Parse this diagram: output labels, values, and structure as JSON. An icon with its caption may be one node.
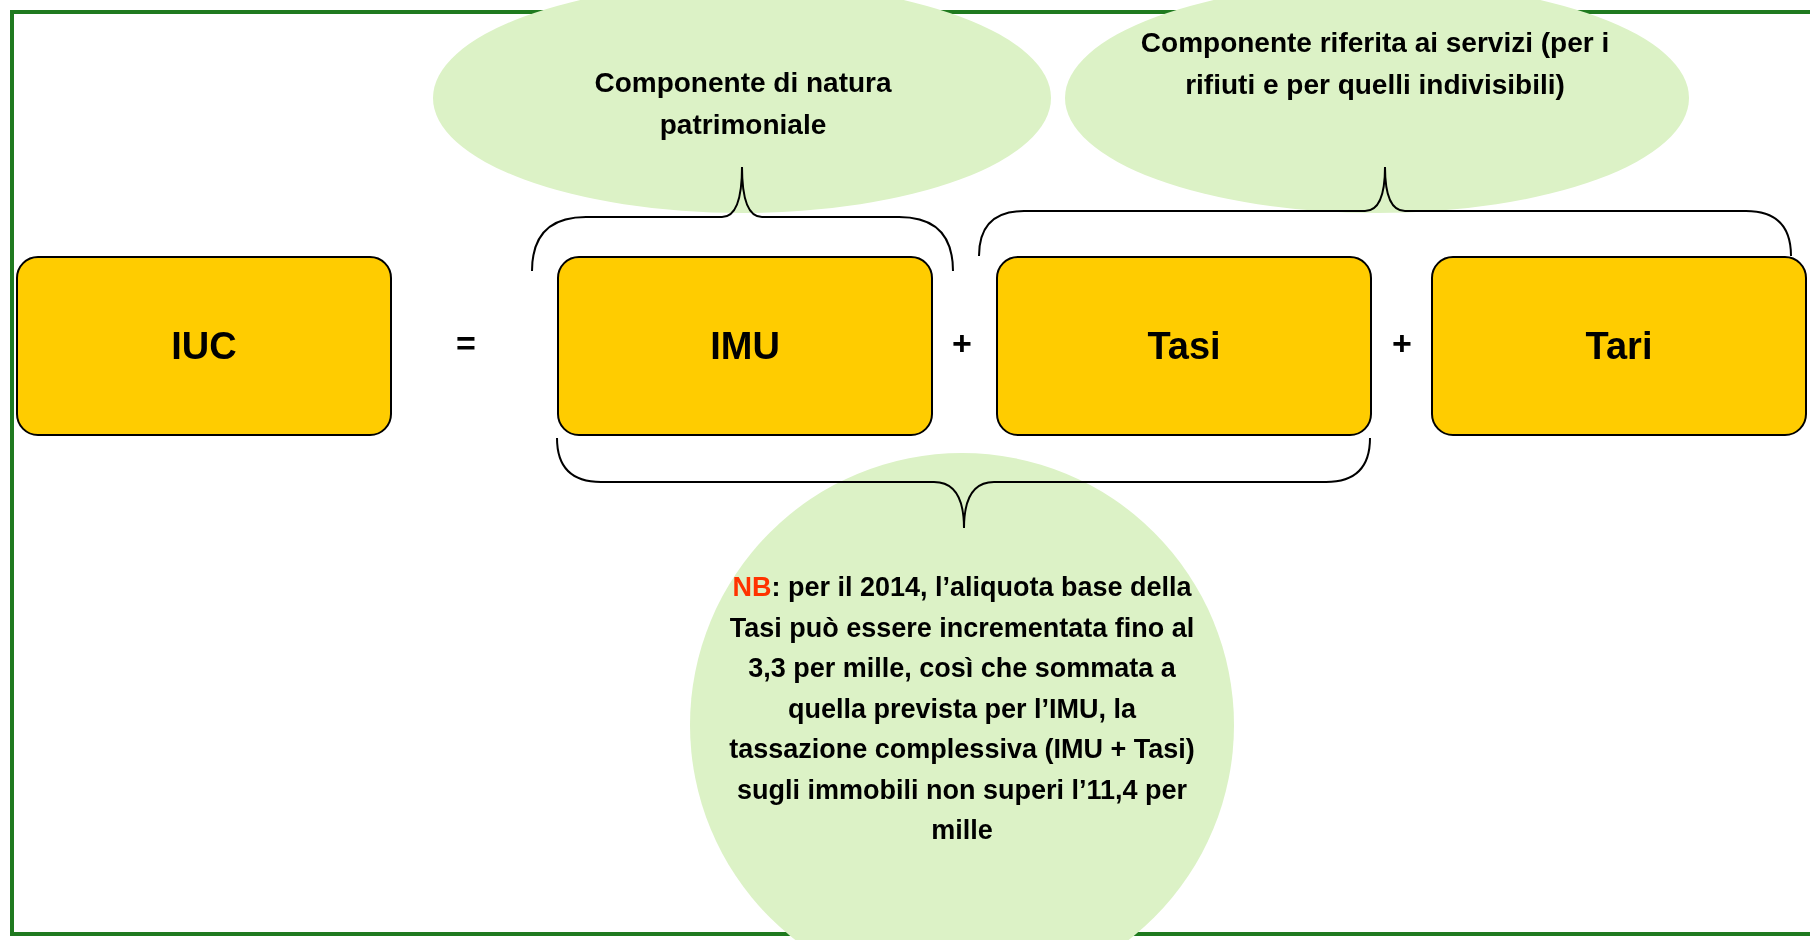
{
  "diagram": {
    "nodes": [
      {
        "text": [
          "Componente di natura patrimoniale"
        ]
      },
      {
        "text": [
          "Componente riferita ai servizi (per i rifiuti e per quelli indivisibili)"
        ]
      },
      {
        "text": [
          "IUC"
        ]
      },
      {
        "text": [
          "IMU"
        ]
      },
      {
        "text": [
          "Tasi"
        ]
      },
      {
        "text": [
          "Tari"
        ]
      },
      {
        "text": [
          "**NB**: per il 2014, l’aliquota base della Tasi può essere incrementata fino al 3,3 per mille, così che sommata a quella prevista per l’IMU, la tassazione complessiva (IMU + Tasi) sugli immobili non superi l’11,4 per mille"
        ]
      }
    ],
    "edges": [],
    "labels": [
      "=",
      "+",
      "+"
    ]
  }
}
